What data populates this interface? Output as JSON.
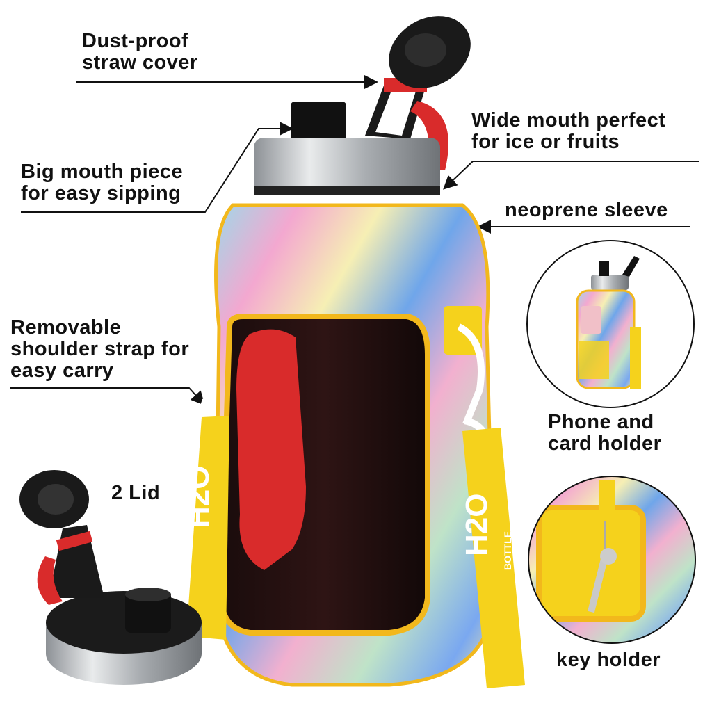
{
  "callouts": {
    "straw_cover": [
      "Dust-proof",
      "straw cover"
    ],
    "mouth_piece": [
      "Big mouth piece",
      "for easy sipping"
    ],
    "wide_mouth": [
      "Wide mouth perfect",
      "for ice or fruits"
    ],
    "sleeve": "neoprene sleeve",
    "strap": [
      "Removable",
      "shoulder strap for",
      "easy carry"
    ],
    "lids": "2 Lid",
    "phone_holder": [
      "Phone and",
      "card holder"
    ],
    "key_holder": "key holder"
  },
  "brand_logo": {
    "mark": "H2O",
    "subtitle": "BOTTLE"
  },
  "colors": {
    "strap": "#f5d21c",
    "handle": "#d92b2b",
    "lid": "#1a1a1a",
    "steel": "#b8bcc0",
    "trim": "#f2b81c"
  }
}
